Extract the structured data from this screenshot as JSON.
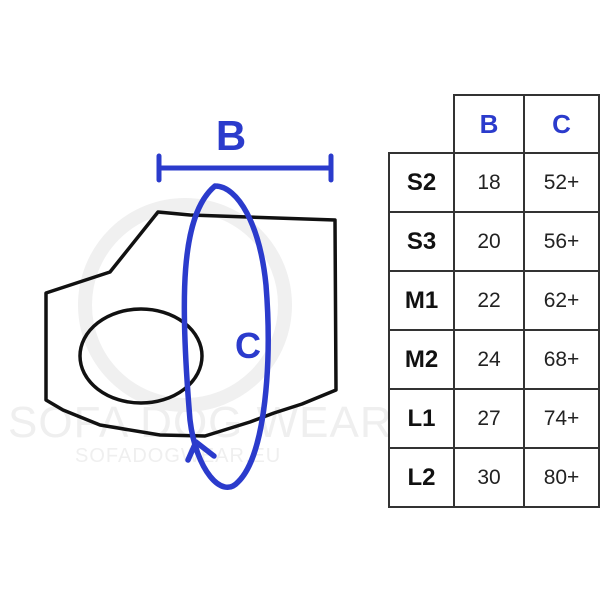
{
  "diagram": {
    "label_b": "B",
    "label_c": "C",
    "accent_color": "#2b3bcc",
    "outline_color": "#111111"
  },
  "watermark": {
    "line1": "SOFA DOG WEAR",
    "line2": "SOFADOGWEAR.EU",
    "color": "#efefef"
  },
  "table": {
    "headers": [
      "B",
      "C"
    ],
    "rows": [
      {
        "size": "S2",
        "b": "18",
        "c": "52+"
      },
      {
        "size": "S3",
        "b": "20",
        "c": "56+"
      },
      {
        "size": "M1",
        "b": "22",
        "c": "62+"
      },
      {
        "size": "M2",
        "b": "24",
        "c": "68+"
      },
      {
        "size": "L1",
        "b": "27",
        "c": "74+"
      },
      {
        "size": "L2",
        "b": "30",
        "c": "80+"
      }
    ]
  }
}
